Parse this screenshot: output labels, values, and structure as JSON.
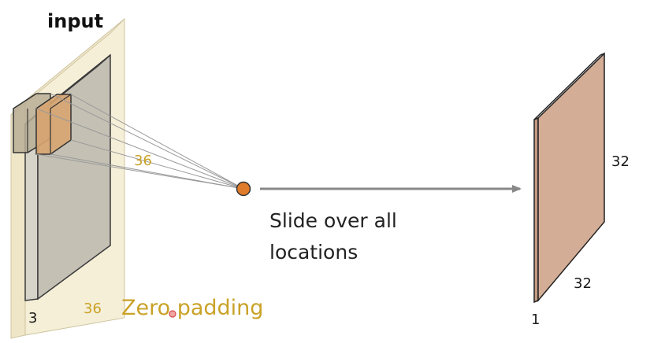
{
  "diagram": {
    "input_label": "input",
    "input_depth_label": "3",
    "padded_size_label_side": "36",
    "padded_size_label_bottom": "36",
    "zero_padding_label": "Zero padding",
    "slide_caption_line1": "Slide over all",
    "slide_caption_line2": "locations",
    "output_height_label": "32",
    "output_width_label": "32",
    "output_depth_label": "1"
  },
  "colors": {
    "padding_fill": "#f5efd8",
    "input_fill": "#c4c0b4",
    "filter_fill": "#d8a570",
    "neuron_fill": "#e07b2a",
    "output_fill": "#d4ad96",
    "arrow": "#888888",
    "label_gold": "#c9a227"
  }
}
